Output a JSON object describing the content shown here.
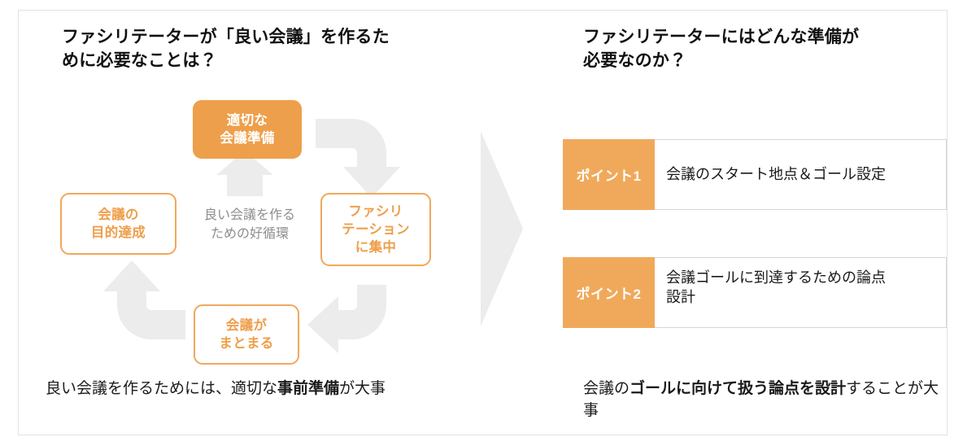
{
  "left_panel": {
    "heading": "ファシリテーターが「良い会議」を作るた\nめに必要なことは？",
    "cycle": {
      "center_label": "良い会議を作る\nための好循環",
      "nodes": [
        {
          "id": "top",
          "label": "適切な\n会議準備",
          "style": "filled"
        },
        {
          "id": "right",
          "label": "ファシリ\nテーション\nに集中",
          "style": "outlined"
        },
        {
          "id": "bottom",
          "label": "会議が\nまとまる",
          "style": "outlined"
        },
        {
          "id": "left",
          "label": "会議の\n目的達成",
          "style": "outlined"
        }
      ],
      "arrows": [
        {
          "name": "arrow-top-to-right",
          "direction": "down"
        },
        {
          "name": "arrow-right-to-bottom",
          "direction": "left"
        },
        {
          "name": "arrow-bottom-to-left",
          "direction": "up"
        },
        {
          "name": "arrow-left-to-top",
          "direction": "up"
        }
      ]
    },
    "caption": {
      "before": "良い会議を作るためには、適切な",
      "bold": "事前準備",
      "after": "が大事"
    }
  },
  "center": {
    "chevron": "chevron-right-shape"
  },
  "right_panel": {
    "heading": "ファシリテーターにはどんな準備が\n必要なのか？",
    "points": [
      {
        "badge": "ポイント1",
        "text": "会議のスタート地点＆ゴール設定",
        "align": "center"
      },
      {
        "badge": "ポイント2",
        "text": "会議ゴールに到達するための論点\n設計",
        "align": "top"
      }
    ],
    "caption": {
      "before": "会議の",
      "bold": "ゴールに向けて扱う論点を設計",
      "after": "することが大事"
    }
  },
  "colors": {
    "orange_fill": "#EE9F4B",
    "orange_border": "#F0A85C",
    "badge_orange": "#F0A95B",
    "arrow_gray": "#ECECEC",
    "chevron_gray": "#ECECEC",
    "center_text_gray": "#8D8D8D",
    "frame_border": "#E2E2E2",
    "text_black": "#1A1A1A"
  }
}
